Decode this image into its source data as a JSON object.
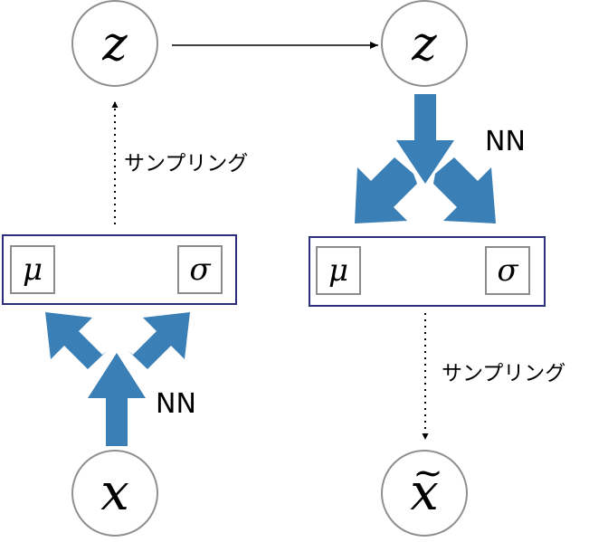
{
  "nodes": {
    "z_left": "z",
    "z_right": "z",
    "x_input": "x",
    "x_output": "x",
    "x_output_tilde": "~"
  },
  "boxes": {
    "encoder": {
      "mu": "μ",
      "sigma": "σ"
    },
    "decoder": {
      "mu": "μ",
      "sigma": "σ"
    }
  },
  "labels": {
    "sampling_left": "サンプリング",
    "sampling_right": "サンプリング",
    "nn_left": "NN",
    "nn_right": "NN"
  },
  "colors": {
    "arrow_blue": "#3A7FB5",
    "circle_stroke": "#8F8F8F",
    "box_border": "#2E2E80",
    "inner_box_stroke": "#8C8C8C",
    "line": "#000000"
  }
}
